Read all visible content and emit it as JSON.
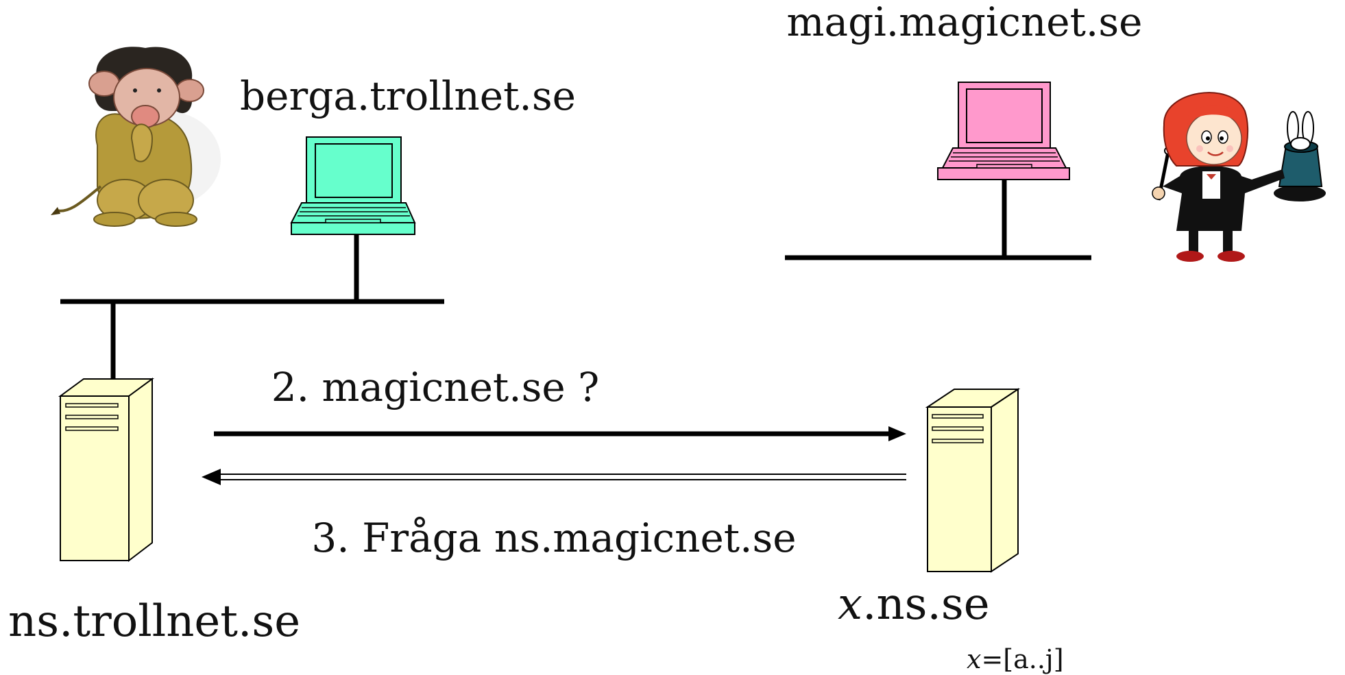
{
  "labels": {
    "client_host": "berga.trollnet.se",
    "target_host": "magi.magicnet.se",
    "local_ns": "ns.trollnet.se",
    "root_ns_var": "x",
    "root_ns_suffix": ".ns.se",
    "root_ns_range_var": "x",
    "root_ns_range": "=[a..j]"
  },
  "messages": {
    "query": "2. magicnet.se ?",
    "referral": "3. Fråga ns.magicnet.se"
  },
  "colors": {
    "client_laptop": "#66ffcc",
    "target_laptop": "#ff99cc",
    "server_body": "#ffffcc",
    "line": "#000000"
  },
  "icons": {
    "troll": "troll-illustration",
    "magician": "magician-girl-illustration",
    "server": "server-tower-icon",
    "laptop": "laptop-icon"
  }
}
